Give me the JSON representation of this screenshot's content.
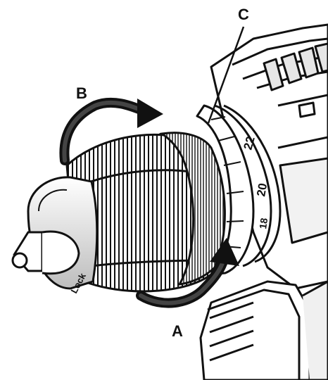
{
  "labels": {
    "a": "A",
    "b": "B",
    "c": "C"
  },
  "collar_numbers": [
    "22",
    "20",
    "18"
  ],
  "chuck_text": "Lock",
  "colors": {
    "ink": "#111111",
    "paper": "#ffffff",
    "shade": "#d8d8d8"
  }
}
